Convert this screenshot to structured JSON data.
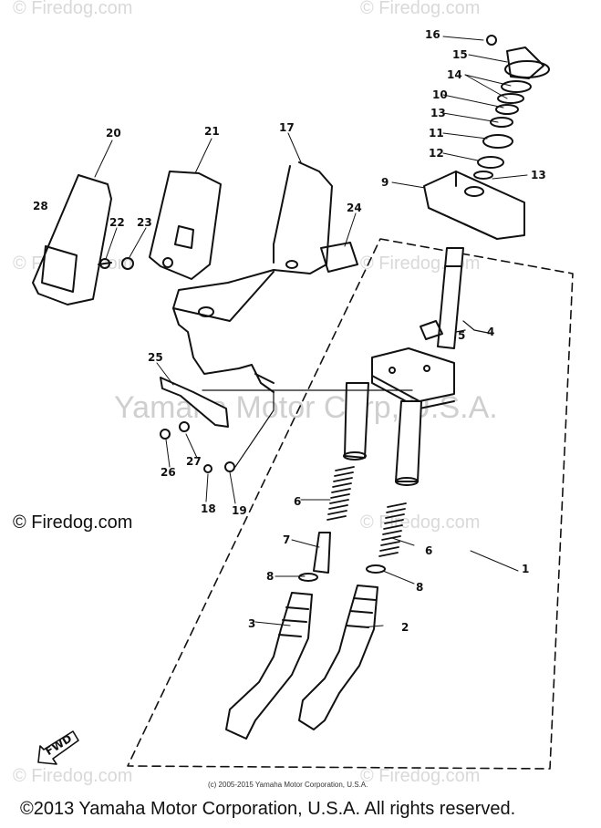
{
  "watermarks": {
    "top_left": "© Firedog.com",
    "top_right": "© Firedog.com",
    "mid_left": "© Firedog.com",
    "mid_right": "© Firedog.com",
    "low_right": "© Firedog.com",
    "bottom_left": "© Firedog.com",
    "bottom_right": "© Firedog.com",
    "center": "Yamaha Motor Corp, U.S.A."
  },
  "credit": "© Firedog.com",
  "inner_copyright": "(c) 2005-2015 Yamaha Motor Corporation, U.S.A.",
  "footer": "©2013 Yamaha Motor Corporation, U.S.A. All rights reserved.",
  "fwd_label": "FWD",
  "callouts": [
    "1",
    "2",
    "3",
    "4",
    "5",
    "6",
    "6",
    "7",
    "8",
    "8",
    "9",
    "10",
    "11",
    "12",
    "13",
    "13",
    "14",
    "15",
    "16",
    "17",
    "18",
    "19",
    "20",
    "21",
    "22",
    "23",
    "24",
    "25",
    "26",
    "27",
    "28"
  ]
}
